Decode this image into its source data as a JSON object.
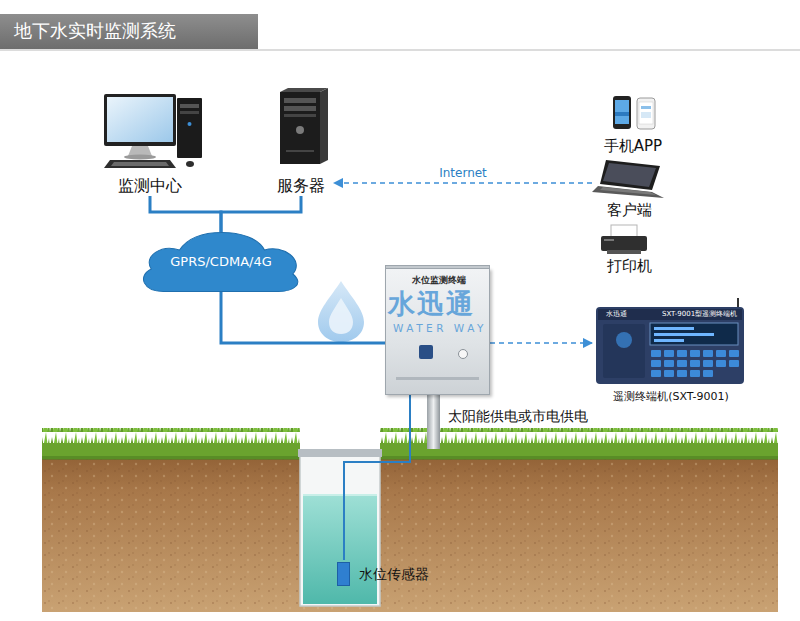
{
  "diagram": {
    "title": "地下水实时监测系统",
    "nodes": [
      {
        "text": [
          "监测中心"
        ]
      },
      {
        "text": [
          "服务器"
        ]
      },
      {
        "text": [
          "手机APP"
        ]
      },
      {
        "text": [
          "客户端"
        ]
      },
      {
        "text": [
          "打印机"
        ]
      },
      {
        "text": [
          "GPRS/CDMA/4G"
        ]
      },
      {
        "text": [
          "水位监测终端"
        ]
      },
      {
        "text": [
          "遥测终端机(SXT-9001)"
        ]
      },
      {
        "text": [
          "水位传感器"
        ]
      }
    ],
    "edges": [
      {
        "from": 0,
        "to": 5,
        "arrow": "none"
      },
      {
        "from": 1,
        "to": 5,
        "arrow": "none"
      },
      {
        "from": 5,
        "to": 6,
        "arrow": "none"
      },
      {
        "from": 3,
        "to": 1,
        "label": "Internet",
        "arrow": "to"
      },
      {
        "from": 6,
        "to": 7,
        "arrow": "to"
      },
      {
        "from": 6,
        "to": 8,
        "arrow": "none"
      }
    ],
    "labels": [
      "水迅通",
      "WATER WAY",
      "太阳能供电或市电供电",
      "水迅通",
      "SXT-9001型遥测终端机"
    ]
  }
}
